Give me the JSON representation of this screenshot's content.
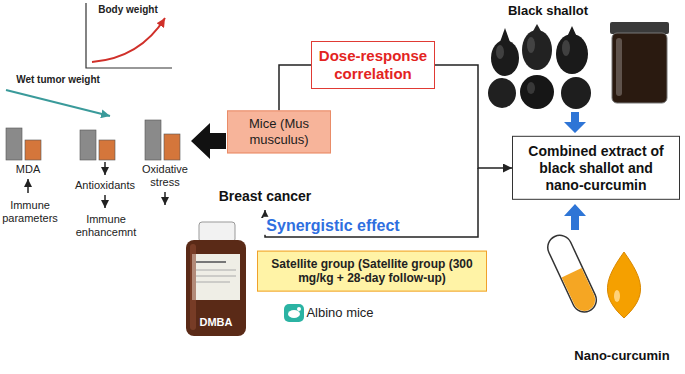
{
  "diagram": {
    "nodes": [
      {
        "text": [
          "Dose-response correlation"
        ]
      },
      {
        "text": [
          "Mice (Mus musculus)"
        ]
      },
      {
        "text": [
          "Combined extract of black shallot and nano-curcumin"
        ]
      },
      {
        "text": [
          "Satellite group (Satellite group (300 mg/kg + 28-day follow-up)"
        ]
      }
    ],
    "edges": [
      {
        "from": 1,
        "to": 0,
        "arrow": "none"
      },
      {
        "from": 0,
        "to": 2,
        "arrow": "to"
      }
    ],
    "labels": [
      "Body weight",
      "Wet tumor weight",
      "MDA",
      "Antioxidants",
      "Oxidative stress",
      "Immune parameters",
      "Immune enhancemnt",
      "Breast cancer",
      "Synergistic effect",
      "Albino mice",
      "DMBA",
      "Black shallot",
      "Nano-curcumin"
    ]
  }
}
